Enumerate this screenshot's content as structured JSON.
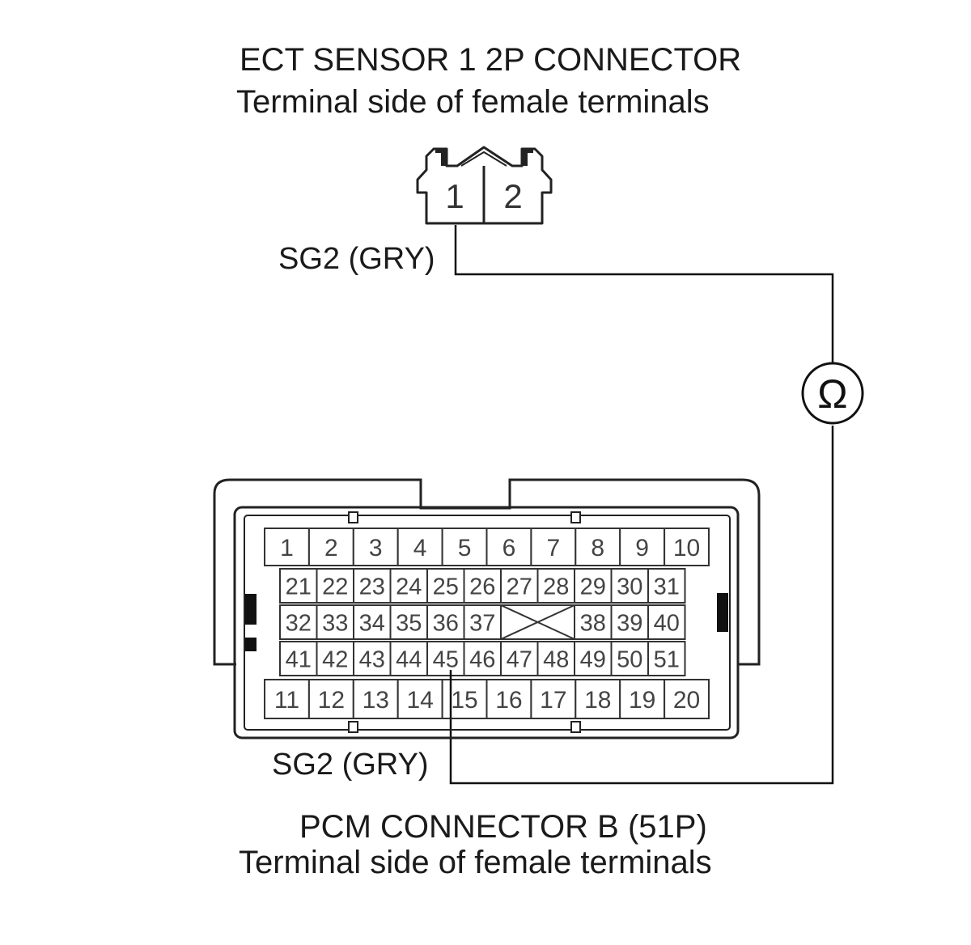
{
  "ect_connector": {
    "title": "ECT SENSOR 1 2P CONNECTOR",
    "subtitle": "Terminal side of female terminals",
    "terminals": [
      "1",
      "2"
    ],
    "wire_label": "SG2 (GRY)"
  },
  "pcm_connector": {
    "title": "PCM CONNECTOR B (51P)",
    "subtitle": "Terminal side of female terminals",
    "wire_label": "SG2 (GRY)",
    "rows": [
      [
        "1",
        "2",
        "3",
        "4",
        "5",
        "6",
        "7",
        "8",
        "9",
        "10"
      ],
      [
        "21",
        "22",
        "23",
        "24",
        "25",
        "26",
        "27",
        "28",
        "29",
        "30",
        "31"
      ],
      [
        "32",
        "33",
        "34",
        "35",
        "36",
        "37",
        "38",
        "39",
        "40"
      ],
      [
        "41",
        "42",
        "43",
        "44",
        "45",
        "46",
        "47",
        "48",
        "49",
        "50",
        "51"
      ],
      [
        "11",
        "12",
        "13",
        "14",
        "15",
        "16",
        "17",
        "18",
        "19",
        "20"
      ]
    ]
  },
  "meter": {
    "symbol": "Ω"
  }
}
